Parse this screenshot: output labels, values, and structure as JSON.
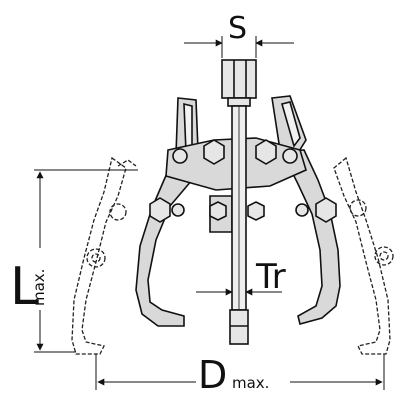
{
  "labels": {
    "spindle_width": "S",
    "thread": "Tr",
    "length_main": "L",
    "length_sub": "max.",
    "diameter_main": "D",
    "diameter_sub": "max."
  },
  "colors": {
    "outline": "#111111",
    "jaw_fill": "#d9d9d9",
    "jaw_highlight": "#f2f2f2",
    "dashed": "#222222"
  }
}
